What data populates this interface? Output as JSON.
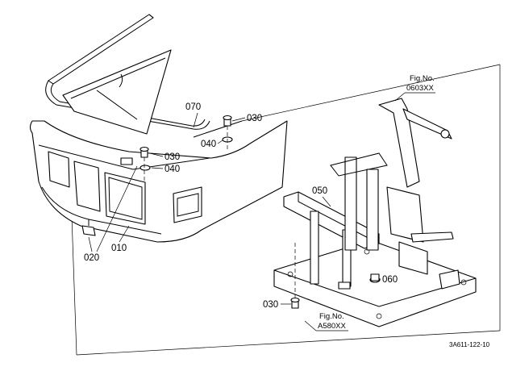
{
  "parts": [
    {
      "id": "p070",
      "number": "070"
    },
    {
      "id": "p030a",
      "number": "030"
    },
    {
      "id": "p040a",
      "number": "040"
    },
    {
      "id": "p030b",
      "number": "030"
    },
    {
      "id": "p040b",
      "number": "040"
    },
    {
      "id": "p050",
      "number": "050"
    },
    {
      "id": "p060",
      "number": "060"
    },
    {
      "id": "p010",
      "number": "010"
    },
    {
      "id": "p020",
      "number": "020"
    },
    {
      "id": "p030c",
      "number": "030"
    }
  ],
  "figure_refs": [
    {
      "line1": "Fig.No.",
      "line2": "0603XX"
    },
    {
      "line1": "Fig.No.",
      "line2": "A580XX"
    }
  ],
  "drawing_code": "3A611-122-10"
}
